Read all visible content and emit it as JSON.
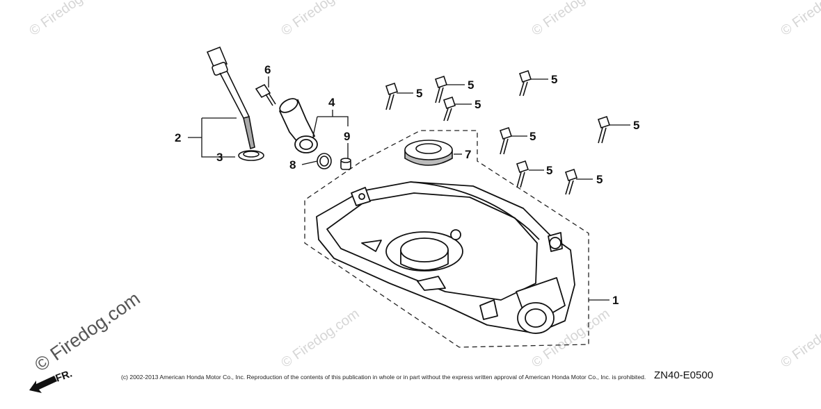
{
  "callouts": {
    "c1": "1",
    "c2": "2",
    "c3": "3",
    "c4": "4",
    "c5a": "5",
    "c5b": "5",
    "c5c": "5",
    "c5d": "5",
    "c5e": "5",
    "c5f": "5",
    "c5g": "5",
    "c5h": "5",
    "c6": "6",
    "c7": "7",
    "c8": "8",
    "c9": "9"
  },
  "watermark": {
    "small": "© Firedog.com",
    "big": "© Firedog.com"
  },
  "direction_label": "FR.",
  "footer": {
    "copyright": "(c) 2002-2013 American Honda Motor Co., Inc. Reproduction of the contents of this publication in whole or in part without the express written approval of American Honda Motor Co., Inc. is prohibited.",
    "diagram_code": "ZN40-E0500"
  }
}
